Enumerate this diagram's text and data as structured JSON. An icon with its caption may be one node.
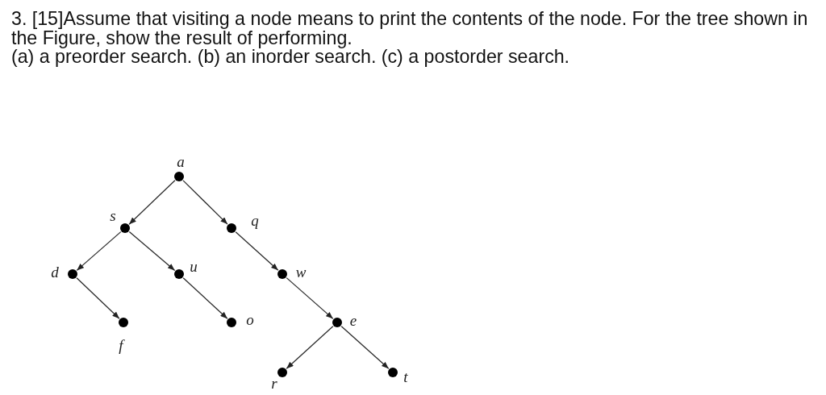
{
  "diagram": {
    "title": "3. [15]Assume that visiting a node means to print the contents of the node. For the tree shown in the Figure, show the result of performing.",
    "nodes": [
      {
        "text": [],
        "shape": "circle",
        "beside": [
          "a"
        ]
      },
      {
        "text": [],
        "shape": "circle",
        "beside": [
          "s"
        ]
      },
      {
        "text": [],
        "shape": "circle",
        "beside": [
          "q"
        ]
      },
      {
        "text": [],
        "shape": "circle",
        "beside": [
          "d"
        ]
      },
      {
        "text": [],
        "shape": "circle",
        "beside": [
          "u"
        ]
      },
      {
        "text": [],
        "shape": "circle",
        "beside": [
          "w"
        ]
      },
      {
        "text": [],
        "shape": "circle",
        "beside": [
          "f"
        ]
      },
      {
        "text": [],
        "shape": "circle",
        "beside": [
          "o"
        ]
      },
      {
        "text": [],
        "shape": "circle",
        "beside": [
          "e"
        ]
      },
      {
        "text": [],
        "shape": "circle",
        "beside": [
          "r"
        ]
      },
      {
        "text": [],
        "shape": "circle",
        "beside": [
          "t"
        ]
      }
    ],
    "edges": [
      {
        "from": 0,
        "to": 1,
        "arrow": "to"
      },
      {
        "from": 0,
        "to": 2,
        "arrow": "to"
      },
      {
        "from": 1,
        "to": 3,
        "arrow": "to"
      },
      {
        "from": 1,
        "to": 4,
        "arrow": "to"
      },
      {
        "from": 3,
        "to": 6,
        "arrow": "to"
      },
      {
        "from": 4,
        "to": 7,
        "arrow": "to"
      },
      {
        "from": 2,
        "to": 5,
        "arrow": "to"
      },
      {
        "from": 5,
        "to": 8,
        "arrow": "to"
      },
      {
        "from": 8,
        "to": 9,
        "arrow": "to"
      },
      {
        "from": 8,
        "to": 10,
        "arrow": "to"
      }
    ],
    "labels": [
      "(a) a preorder search. (b) an inorder search. (c) a postorder search."
    ]
  }
}
